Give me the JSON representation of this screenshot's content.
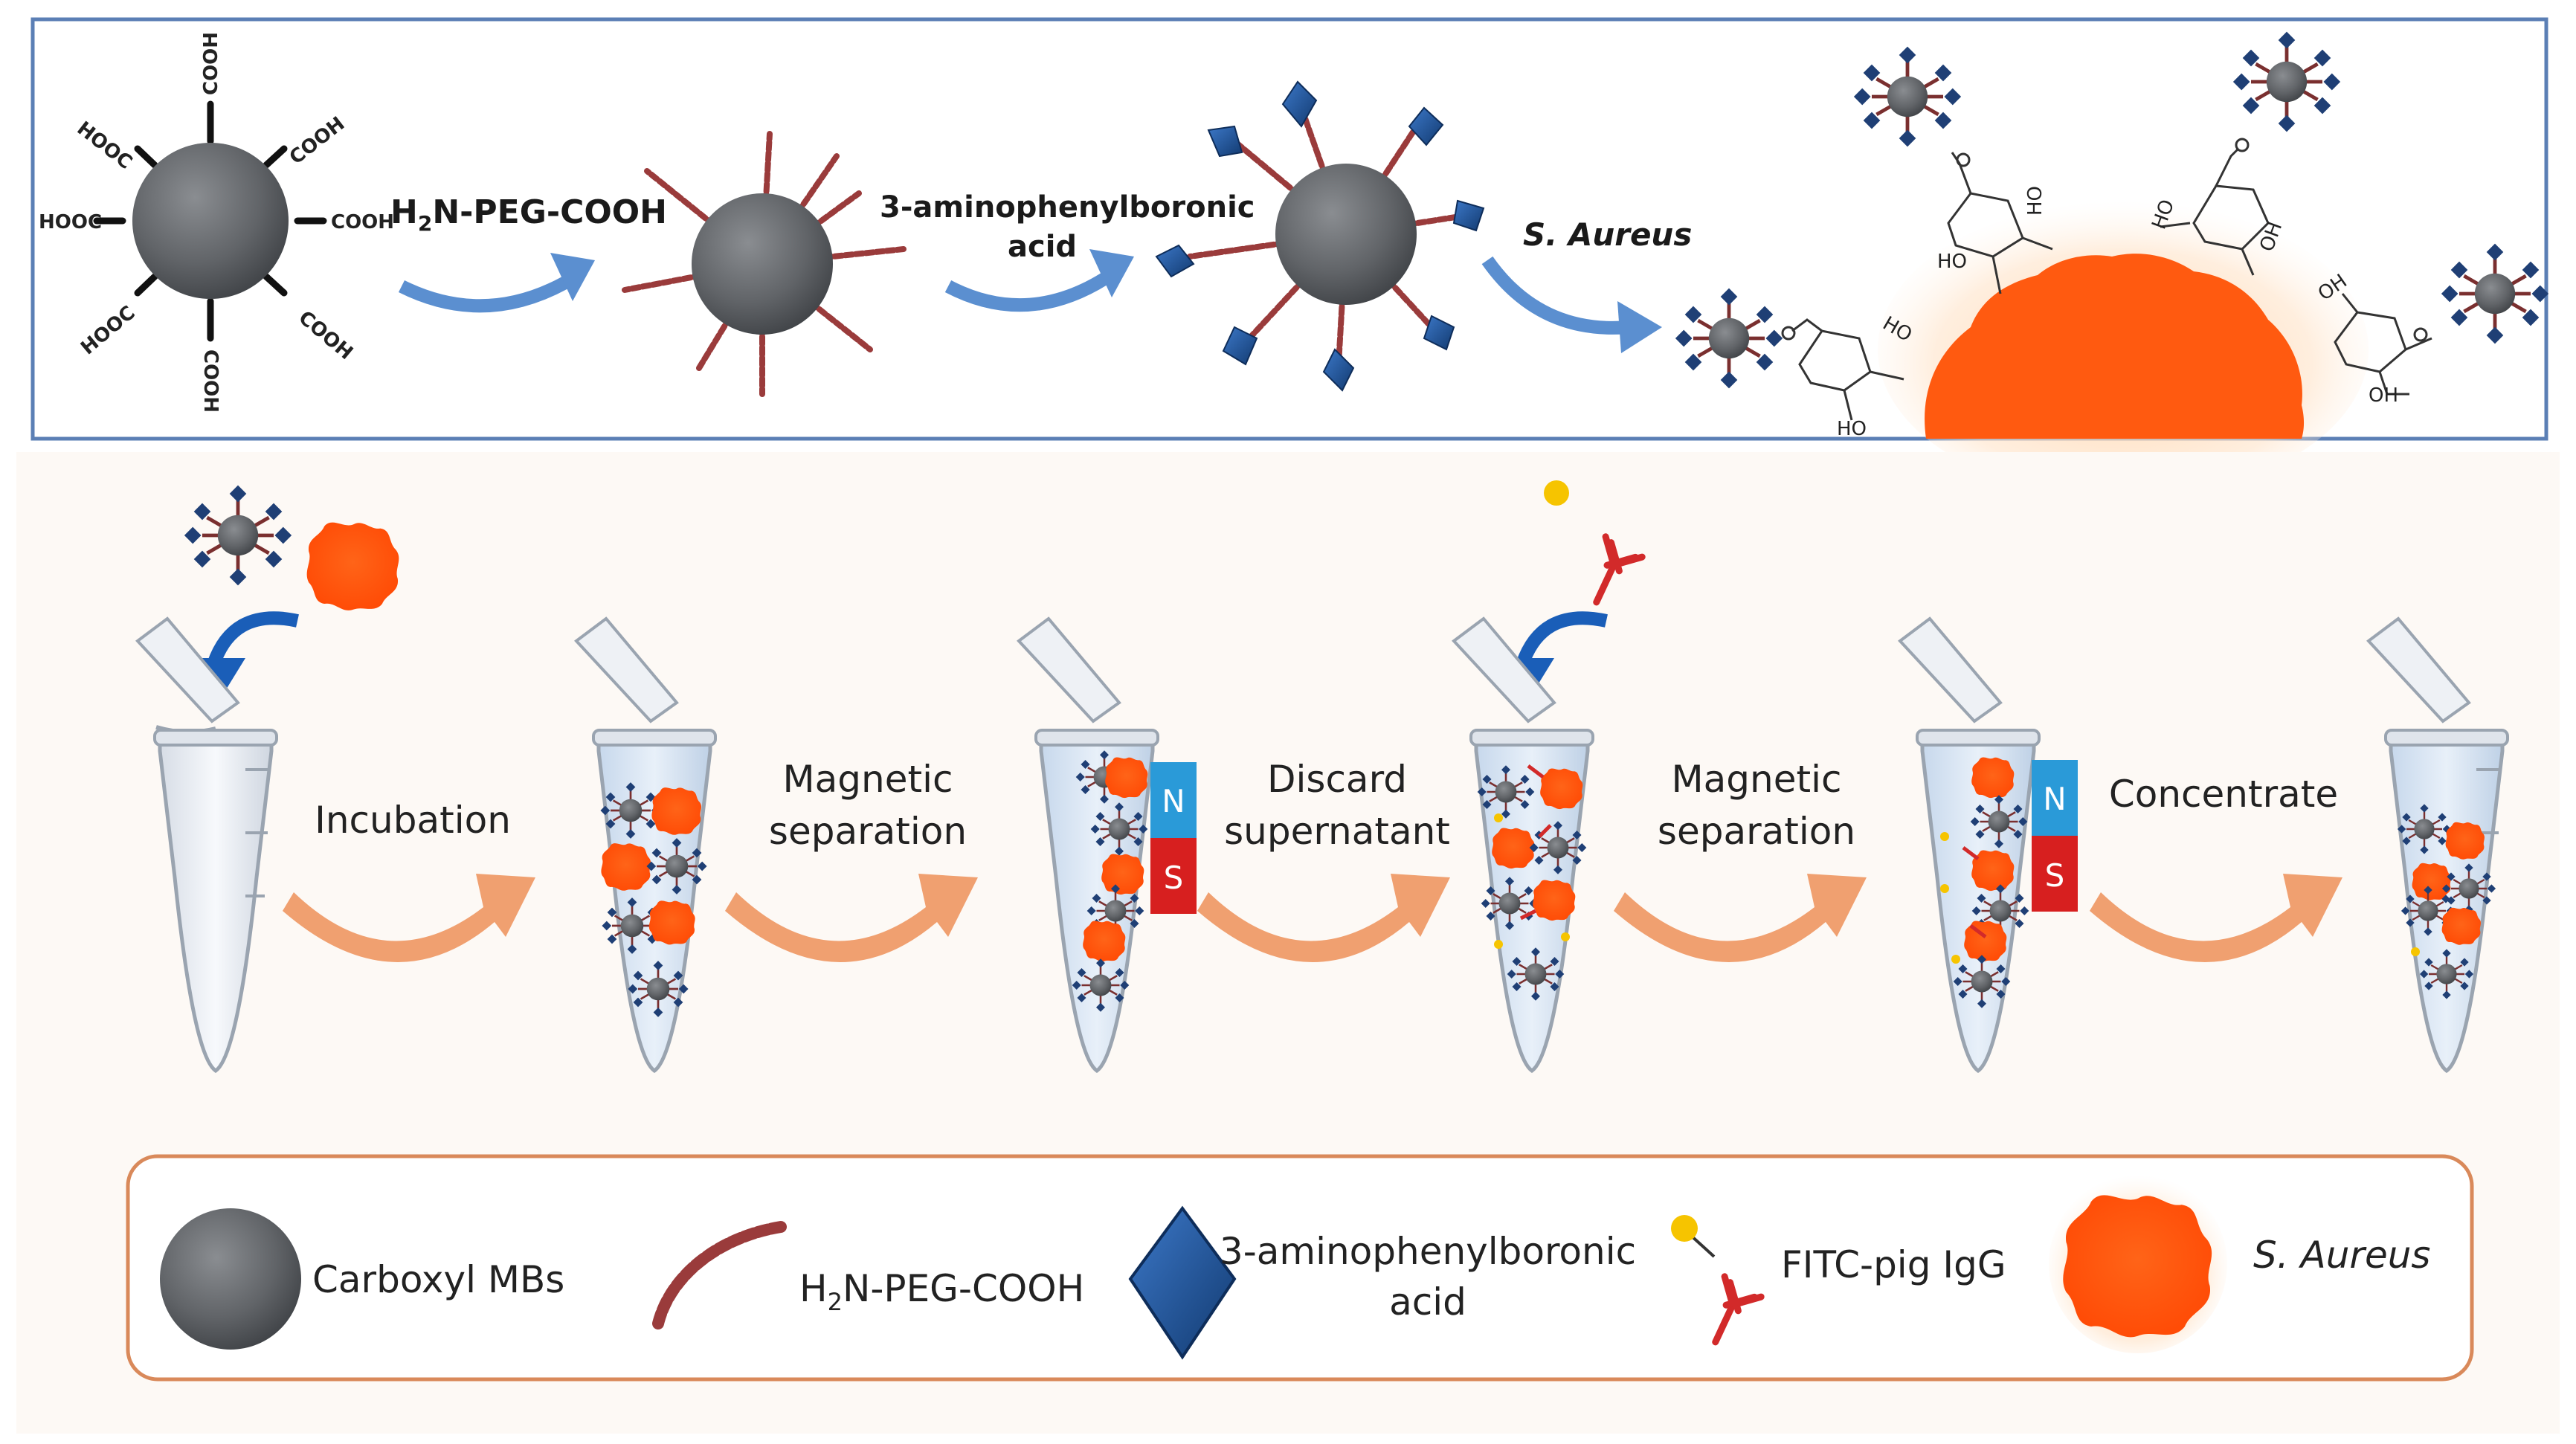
{
  "synthesis": {
    "cooh_label": "COOH",
    "hooc_label": "HOOC",
    "step1_label_main": "N-PEG-COOH",
    "step1_label_h": "H",
    "step1_label_sub": "2",
    "step2_label_line1": "3-aminophenylboronic",
    "step2_label_line2": "acid",
    "step3_label": "S. Aureus",
    "oh_label": "OH",
    "ho_label": "HO"
  },
  "workflow": {
    "steps": [
      {
        "line1": "Incubation",
        "line2": ""
      },
      {
        "line1": "Magnetic",
        "line2": "separation"
      },
      {
        "line1": "Discard",
        "line2": "supernatant"
      },
      {
        "line1": "Magnetic",
        "line2": "separation"
      },
      {
        "line1": "Concentrate",
        "line2": ""
      }
    ],
    "magnet_n": "N",
    "magnet_s": "S"
  },
  "legend": {
    "items": [
      {
        "label": "Carboxyl MBs"
      },
      {
        "label_h": "H",
        "label_sub": "2",
        "label_rest": "N-PEG-COOH"
      },
      {
        "line1": "3-aminophenylboronic",
        "line2": "acid"
      },
      {
        "label": "FITC-pig IgG"
      },
      {
        "label": "S. Aureus"
      }
    ]
  },
  "colors": {
    "panel_border": "#5b7fb5",
    "bead": "#6b6e72",
    "peg": "#9a3b3b",
    "boronic": "#1f4f8f",
    "bacteria": "#ff5a10",
    "blue_arrow": "#5b8fd0",
    "orange_arrow": "#f0a070",
    "magnet_n": "#2a9ad8",
    "magnet_s": "#d71f1f",
    "legend_border": "#d9895a",
    "igg": "#d22a2a",
    "fitc": "#f6c400"
  }
}
